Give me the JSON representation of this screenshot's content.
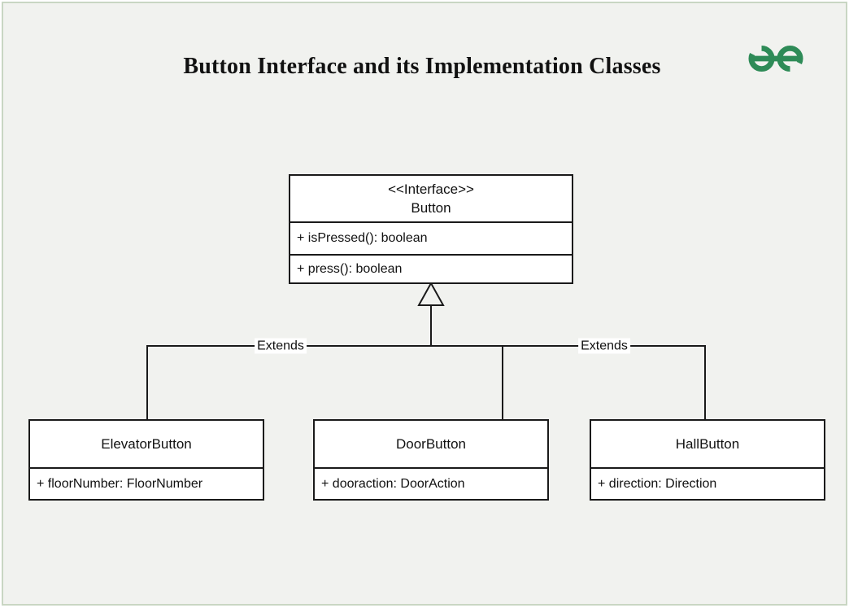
{
  "header": {
    "title": "Button Interface and its Implementation Classes",
    "logo": {
      "name": "geeksforgeeks-logo",
      "color": "#2e8b57"
    }
  },
  "diagram": {
    "interface": {
      "stereotype": "<<Interface>>",
      "name": "Button",
      "methods": [
        "+ isPressed(): boolean",
        "+ press(): boolean"
      ]
    },
    "connectors": {
      "left_label": "Extends",
      "right_label": "Extends",
      "arrow": "hollow-triangle-generalization-arrow"
    },
    "classes": [
      {
        "name": "ElevatorButton",
        "attributes": [
          "+ floorNumber: FloorNumber"
        ]
      },
      {
        "name": "DoorButton",
        "attributes": [
          "+ dooraction: DoorAction"
        ]
      },
      {
        "name": "HallButton",
        "attributes": [
          "+ direction: Direction"
        ]
      }
    ]
  },
  "colors": {
    "canvas_bg": "#f1f2ef",
    "frame_border": "#c9d6c3",
    "box_bg": "#ffffff",
    "line": "#1a1a1a",
    "accent_green": "#2e8b57"
  }
}
